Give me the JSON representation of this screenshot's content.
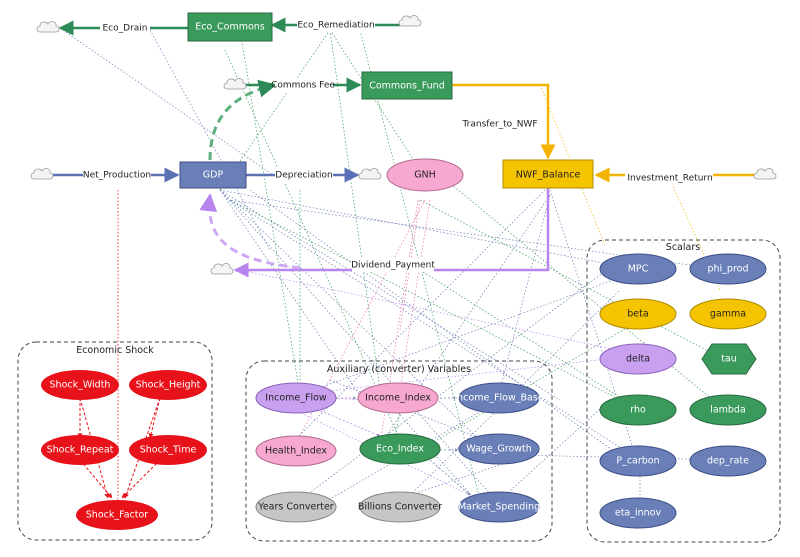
{
  "stocks": {
    "eco_commons": "Eco_Commons",
    "commons_fund": "Commons_Fund",
    "gdp": "GDP",
    "nwf_balance": "NWF_Balance"
  },
  "flows": {
    "eco_drain": "Eco_Drain",
    "eco_remediation": "Eco_Remediation",
    "commons_fee": "Commons Fee",
    "net_production": "Net_Production",
    "depreciation": "Depreciation",
    "transfer_to_nwf": "Transfer_to_NWF",
    "investment_return": "Investment_Return",
    "dividend_payment": "Dividend_Payment"
  },
  "gnh": "GNH",
  "groups": {
    "scalars": {
      "title": "Scalars",
      "items": [
        "MPC",
        "phi_prod",
        "beta",
        "gamma",
        "delta",
        "tau",
        "rho",
        "lambda",
        "P_carbon",
        "dep_rate",
        "eta_innov"
      ]
    },
    "economic_shock": {
      "title": "Economic Shock",
      "items": [
        "Shock_Width",
        "Shock_Height",
        "Shock_Repeat",
        "Shock_Time",
        "Shock_Factor"
      ]
    },
    "auxiliary": {
      "title": "Auxiliary (converter) Variables",
      "items": [
        "Income_Flow",
        "Income_Index",
        "Income_Flow_Base",
        "Health_Index",
        "Eco_Index",
        "Wage_Growth",
        "Years Converter",
        "Billions Converter",
        "Market_Spending"
      ]
    }
  },
  "colors": {
    "blue": "#6a7fb8",
    "green": "#3a9a5b",
    "yellow": "#f5c400",
    "purple": "#c9a0f0",
    "pink": "#f7a8d0",
    "red": "#e8121a",
    "gray": "#c6c6c6"
  }
}
